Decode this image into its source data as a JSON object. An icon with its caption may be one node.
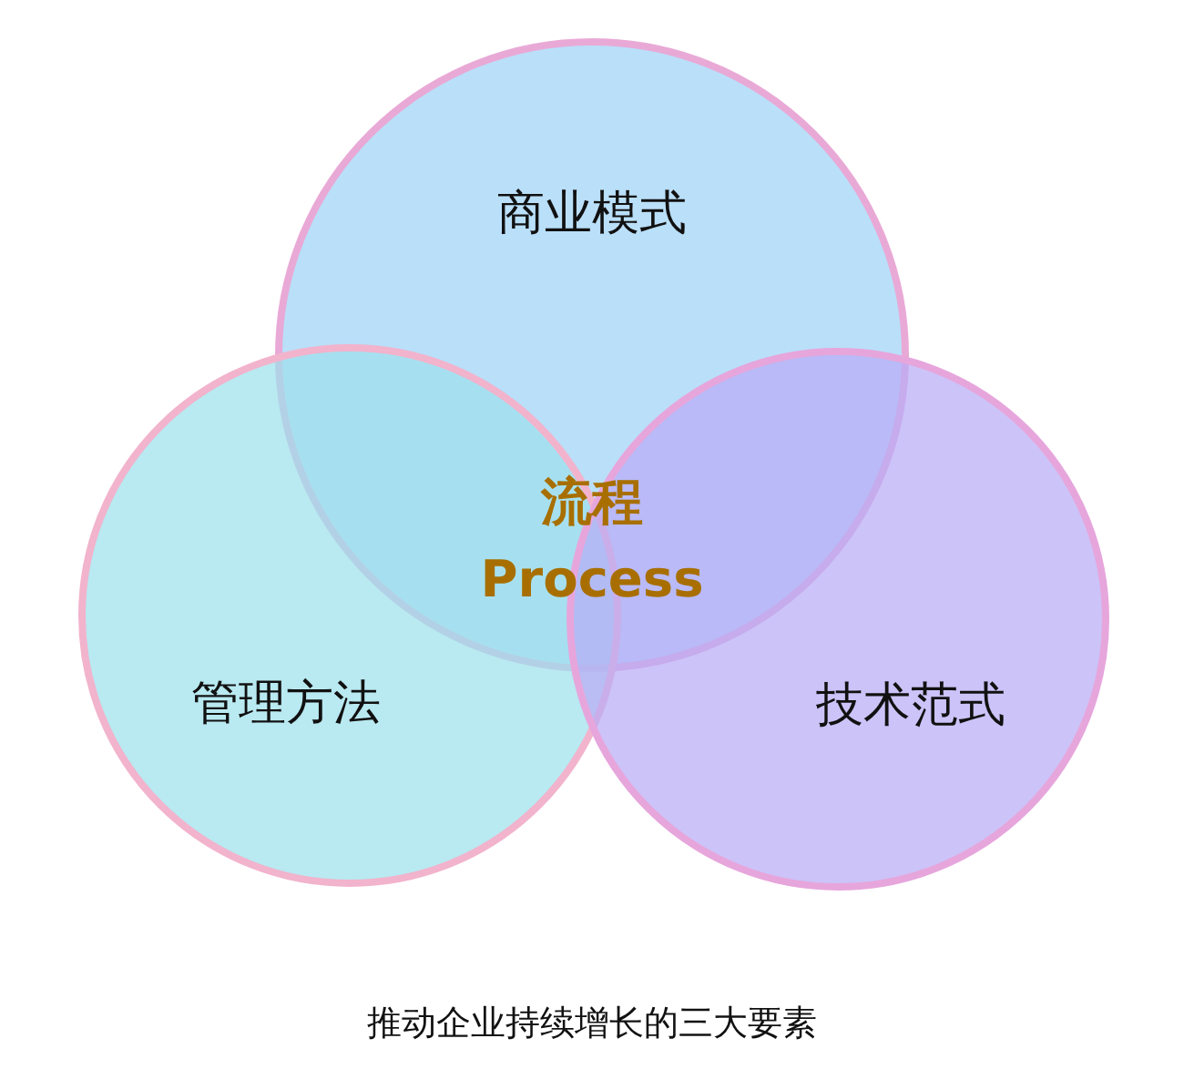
{
  "diagram": {
    "caption": "推动企业持续增长的三大要素",
    "nodes": [
      {
        "text": [
          "商业模式"
        ]
      },
      {
        "text": [
          "管理方法"
        ]
      },
      {
        "text": [
          "技术范式"
        ]
      }
    ],
    "labels": [
      "流程",
      "Process"
    ]
  }
}
